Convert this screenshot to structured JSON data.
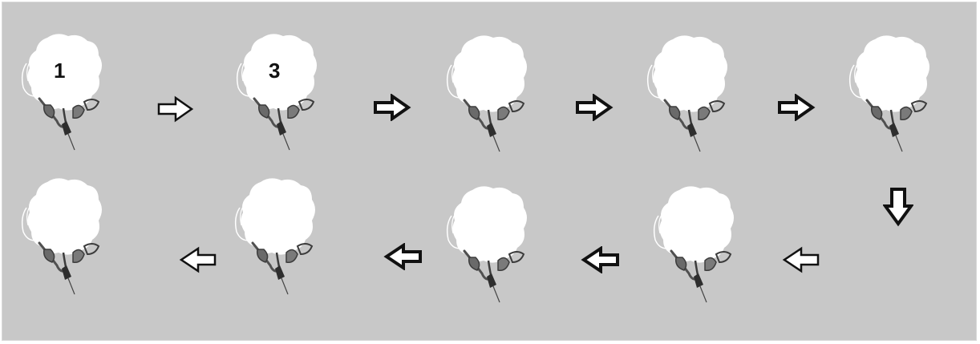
{
  "colors": {
    "background": "#c8c8c8",
    "fiber": "#ffffff",
    "bract": "#5a5a5a",
    "arrow_stroke": "#111111",
    "arrow_fill": "#ffffff"
  },
  "sequence": {
    "stages": [
      {
        "label": "1"
      },
      {
        "label": "3"
      },
      {
        "label": ""
      },
      {
        "label": ""
      },
      {
        "label": ""
      },
      {
        "label": ""
      },
      {
        "label": ""
      },
      {
        "label": ""
      },
      {
        "label": ""
      }
    ],
    "arrows": [
      {
        "direction": "right"
      },
      {
        "direction": "right"
      },
      {
        "direction": "right"
      },
      {
        "direction": "right"
      },
      {
        "direction": "down"
      },
      {
        "direction": "left"
      },
      {
        "direction": "left"
      },
      {
        "direction": "left"
      },
      {
        "direction": "left"
      }
    ]
  }
}
